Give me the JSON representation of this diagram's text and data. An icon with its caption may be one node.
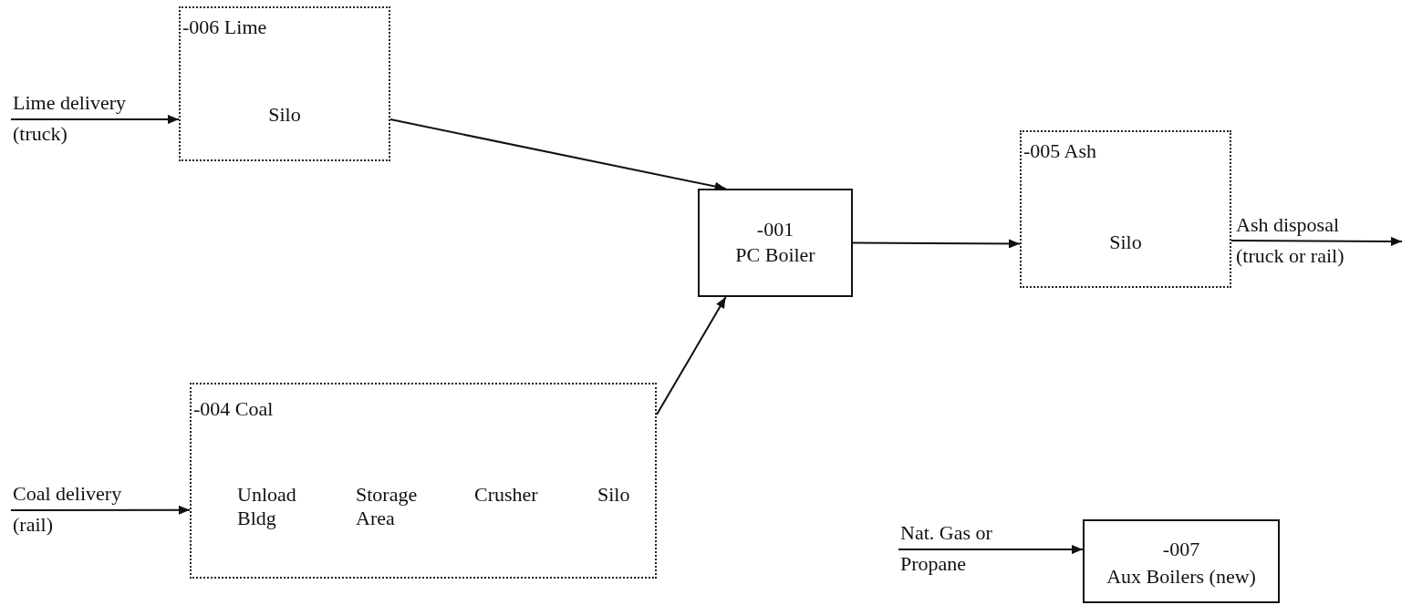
{
  "diagram": {
    "nodes": [
      {
        "text": [
          "-006 Lime",
          "Silo"
        ]
      },
      {
        "text": [
          "-001",
          "PC Boiler"
        ]
      },
      {
        "text": [
          "-005 Ash",
          "Silo"
        ]
      },
      {
        "text": [
          "-004 Coal",
          "Unload Bldg",
          "Storage Area",
          "Crusher",
          "Silo"
        ]
      },
      {
        "text": [
          "-007",
          "Aux Boilers (new)"
        ]
      }
    ],
    "edges": [
      {
        "from": null,
        "to": 0,
        "arrow": "to",
        "label": "Lime delivery (truck)"
      },
      {
        "from": 0,
        "to": 1,
        "arrow": "to"
      },
      {
        "from": null,
        "to": 3,
        "arrow": "to",
        "label": "Coal delivery (rail)"
      },
      {
        "from": 3,
        "to": 1,
        "arrow": "to"
      },
      {
        "from": 1,
        "to": 2,
        "arrow": "to"
      },
      {
        "from": 2,
        "to": null,
        "arrow": "to",
        "label": "Ash disposal (truck or rail)"
      },
      {
        "from": null,
        "to": 4,
        "arrow": "to",
        "label": "Nat. Gas or Propane"
      }
    ]
  }
}
